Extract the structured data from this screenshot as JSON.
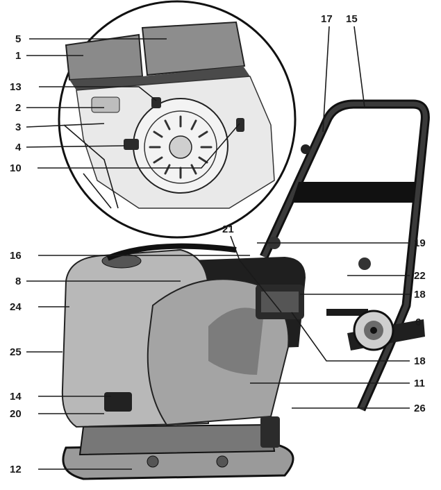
{
  "diagram": {
    "labels": [
      {
        "id": "l5",
        "text": "5"
      },
      {
        "id": "l1",
        "text": "1"
      },
      {
        "id": "l13",
        "text": "13"
      },
      {
        "id": "l2",
        "text": "2"
      },
      {
        "id": "l3",
        "text": "3"
      },
      {
        "id": "l4",
        "text": "4"
      },
      {
        "id": "l10",
        "text": "10"
      },
      {
        "id": "l17",
        "text": "17"
      },
      {
        "id": "l15",
        "text": "15"
      },
      {
        "id": "l21",
        "text": "21"
      },
      {
        "id": "l16",
        "text": "16"
      },
      {
        "id": "l19",
        "text": "19"
      },
      {
        "id": "l8",
        "text": "8"
      },
      {
        "id": "l22",
        "text": "22"
      },
      {
        "id": "l18a",
        "text": "18"
      },
      {
        "id": "l24",
        "text": "24"
      },
      {
        "id": "l6",
        "text": "6"
      },
      {
        "id": "l25",
        "text": "25"
      },
      {
        "id": "l18b",
        "text": "18"
      },
      {
        "id": "l11",
        "text": "11"
      },
      {
        "id": "l14",
        "text": "14"
      },
      {
        "id": "l20",
        "text": "20"
      },
      {
        "id": "l26",
        "text": "26"
      },
      {
        "id": "l12",
        "text": "12"
      }
    ]
  }
}
